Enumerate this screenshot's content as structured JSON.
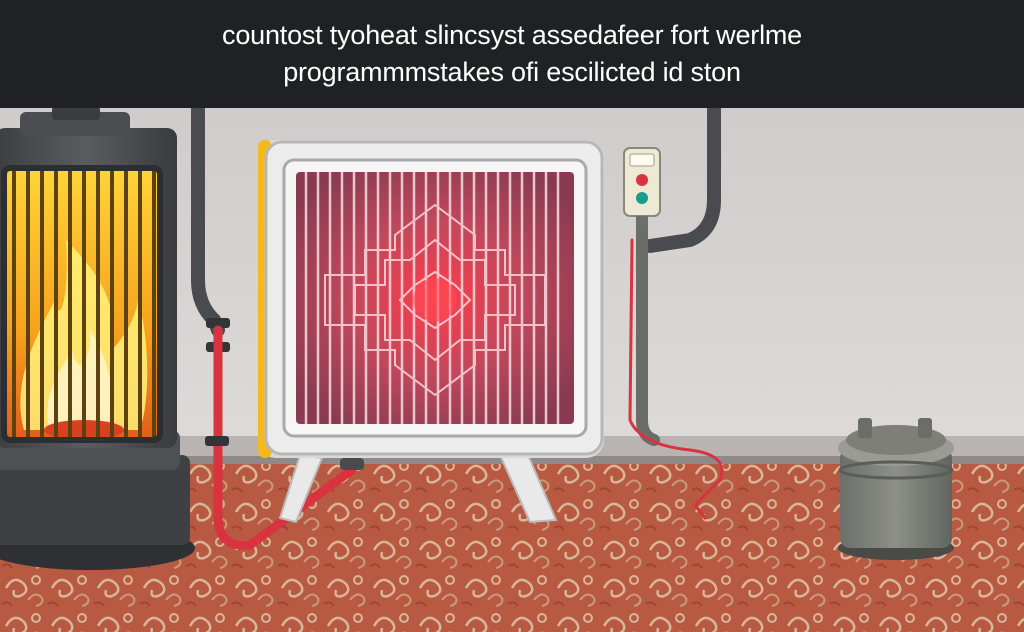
{
  "banner": {
    "line1": "countost tyoheat slincsyst assedafeer fort werlme",
    "line2": "programmmstakes ofi escilicted id ston"
  },
  "colors": {
    "banner_bg": "#1f2125",
    "wall": "#d7d4d2",
    "carpet": "#b7563f",
    "stove_body": "#4a4b4e",
    "flame_yellow": "#f7c21a",
    "heater_frame": "#e8e8e8",
    "heater_glow": "#e3384a",
    "cable_red": "#d8333e",
    "pipe_gray": "#5a5c5f"
  },
  "icons": [
    "flame-icon",
    "power-button-red",
    "power-button-teal"
  ]
}
